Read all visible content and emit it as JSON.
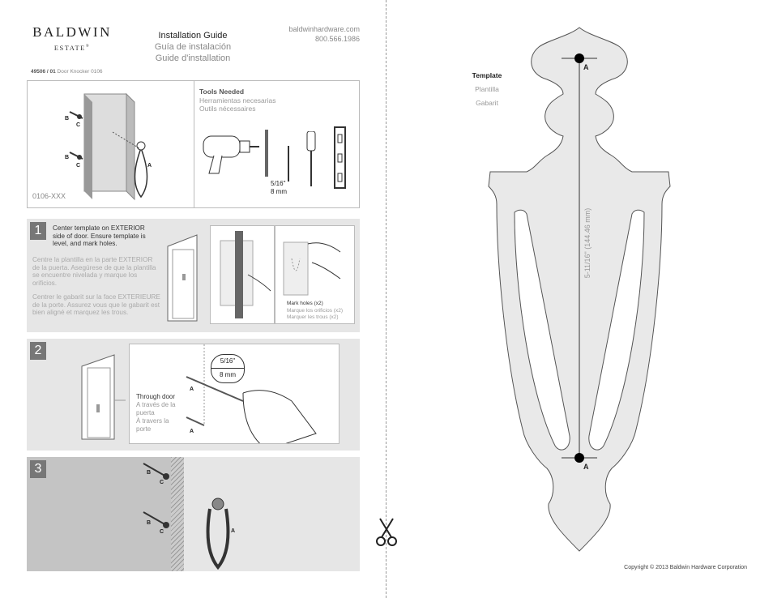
{
  "brand": {
    "name": "BALDWIN",
    "sub": "ESTATE",
    "tm": "®"
  },
  "guide": {
    "en": "Installation Guide",
    "es": "Guía de instalación",
    "fr": "Guide d'installation"
  },
  "contact": {
    "web": "baldwinhardware.com",
    "phone": "800.566.1986"
  },
  "part": {
    "number": "49506 / 01",
    "desc": "Door Knocker 0106"
  },
  "hero": {
    "model": "0106-XXX",
    "labels": {
      "a": "A",
      "b": "B",
      "c": "C"
    },
    "tools": {
      "en": "Tools Needed",
      "es": "Herramientas necesarias",
      "fr": "Outils nécessaires"
    },
    "bit": {
      "imperial": "5/16\"",
      "metric": "8 mm"
    }
  },
  "step1": {
    "number": "1",
    "en": "Center template on EXTERIOR side of door. Ensure template is level, and mark holes.",
    "es": "Centre la plantilla en la parte EXTERIOR de la puerta. Asegúrese de que la plantilla se encuentre nivelada y marque los orificios.",
    "fr": "Centrer le gabarit sur la face EXTERIEURE de la porte. Assurez vous que le gabarit est bien aligné et marquez les trous.",
    "mark": {
      "en": "Mark holes (x2)",
      "es": "Marque los orificios (x2)",
      "fr": "Marquer les trous (x2)"
    }
  },
  "step2": {
    "number": "2",
    "bit": {
      "imperial": "5/16\"",
      "metric": "8 mm"
    },
    "through": {
      "en": "Through door",
      "es": "A través de la puerta",
      "fr": "À travers la porte"
    },
    "label_a": "A"
  },
  "step3": {
    "number": "3",
    "labels": {
      "a": "A",
      "b": "B",
      "c": "C"
    }
  },
  "template": {
    "title": "Template",
    "es": "Plantilla",
    "fr": "Gabarit",
    "dimension": "5-11/16\" (144.46 mm)",
    "point_top": "A",
    "point_bottom": "A"
  },
  "copyright": "Copyright © 2013 Baldwin Hardware Corporation",
  "colors": {
    "panel": "#e6e6e6",
    "number_bg": "#777777",
    "template_fill": "#e9e9e9",
    "dashed": "#999999"
  }
}
